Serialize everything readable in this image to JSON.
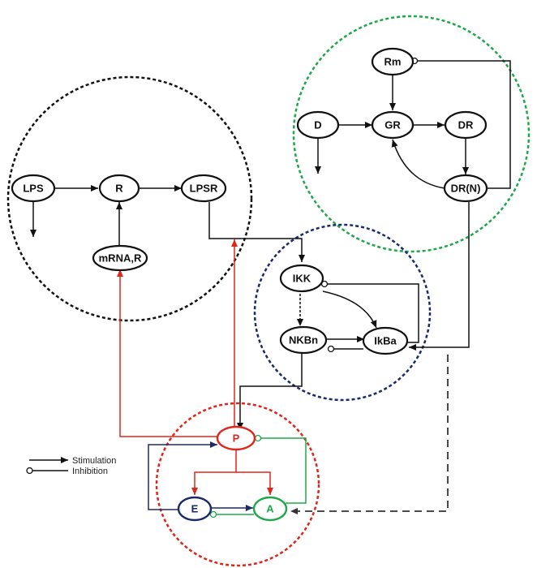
{
  "colors": {
    "black": "#111111",
    "green": "#1ea84a",
    "navy": "#1b2a6b",
    "red": "#e0261c",
    "dashed_gray": "#333333"
  },
  "nodes": {
    "rm": "Rm",
    "d": "D",
    "gr": "GR",
    "dr": "DR",
    "drn": "DR(N)",
    "lps": "LPS",
    "r": "R",
    "lpsr": "LPSR",
    "mrna_r": "mRNA,R",
    "ikk": "IKK",
    "nkbn": "NKBn",
    "ikba": "IkBa",
    "p": "P",
    "e": "E",
    "a": "A"
  },
  "legend": {
    "stimulation": "Stimulation",
    "inhibition": "Inhibition"
  }
}
